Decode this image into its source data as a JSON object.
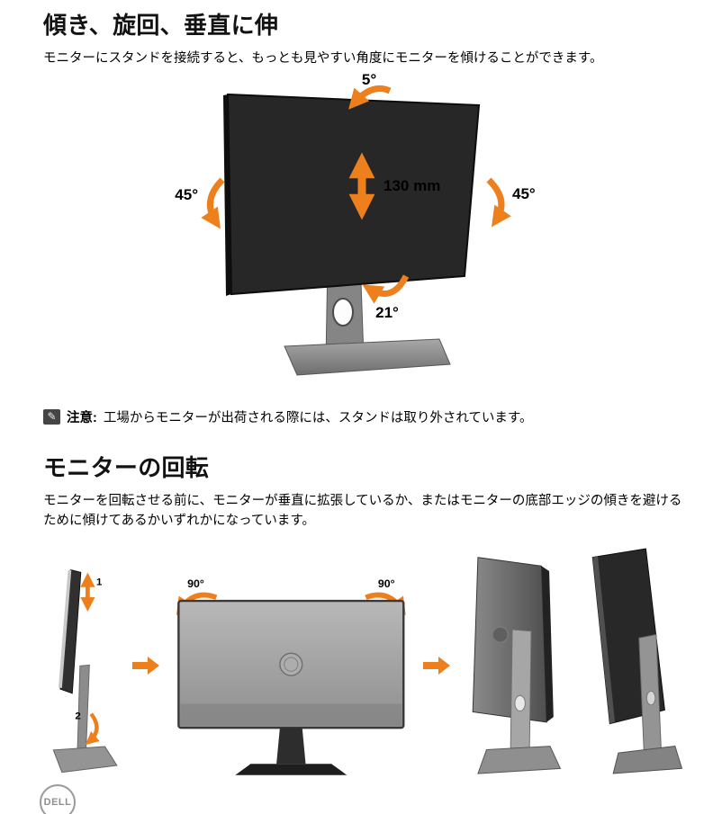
{
  "colors": {
    "accent": "#EE7F1D",
    "monitor_dark": "#272727",
    "stand_gray": "#858585"
  },
  "icons": {
    "note": "✎"
  },
  "section_tilt": {
    "title": "傾き、旋回、垂直に伸",
    "body": "モニターにスタンドを接続すると、もっとも見やすい角度にモニターを傾けることができます。",
    "tilt_top_label": "5°",
    "swivel_left_label": "45°",
    "swivel_right_label": "45°",
    "height_label": "130 mm",
    "tilt_bottom_label": "21°"
  },
  "note": {
    "prefix": "注意:",
    "text": "工場からモニターが出荷される際には、スタンドは取り外されています。"
  },
  "section_rotate": {
    "title": "モニターの回転",
    "body": "モニターを回転させる前に、モニターが垂直に拡張しているか、またはモニターの底部エッジの傾きを避けるために傾けてあるかいずれかになっています。",
    "rotate_left_label": "90°",
    "rotate_right_label": "90°",
    "step1_label": "1",
    "step2_label": "2"
  },
  "footer": {
    "logo_text": "DELL"
  }
}
